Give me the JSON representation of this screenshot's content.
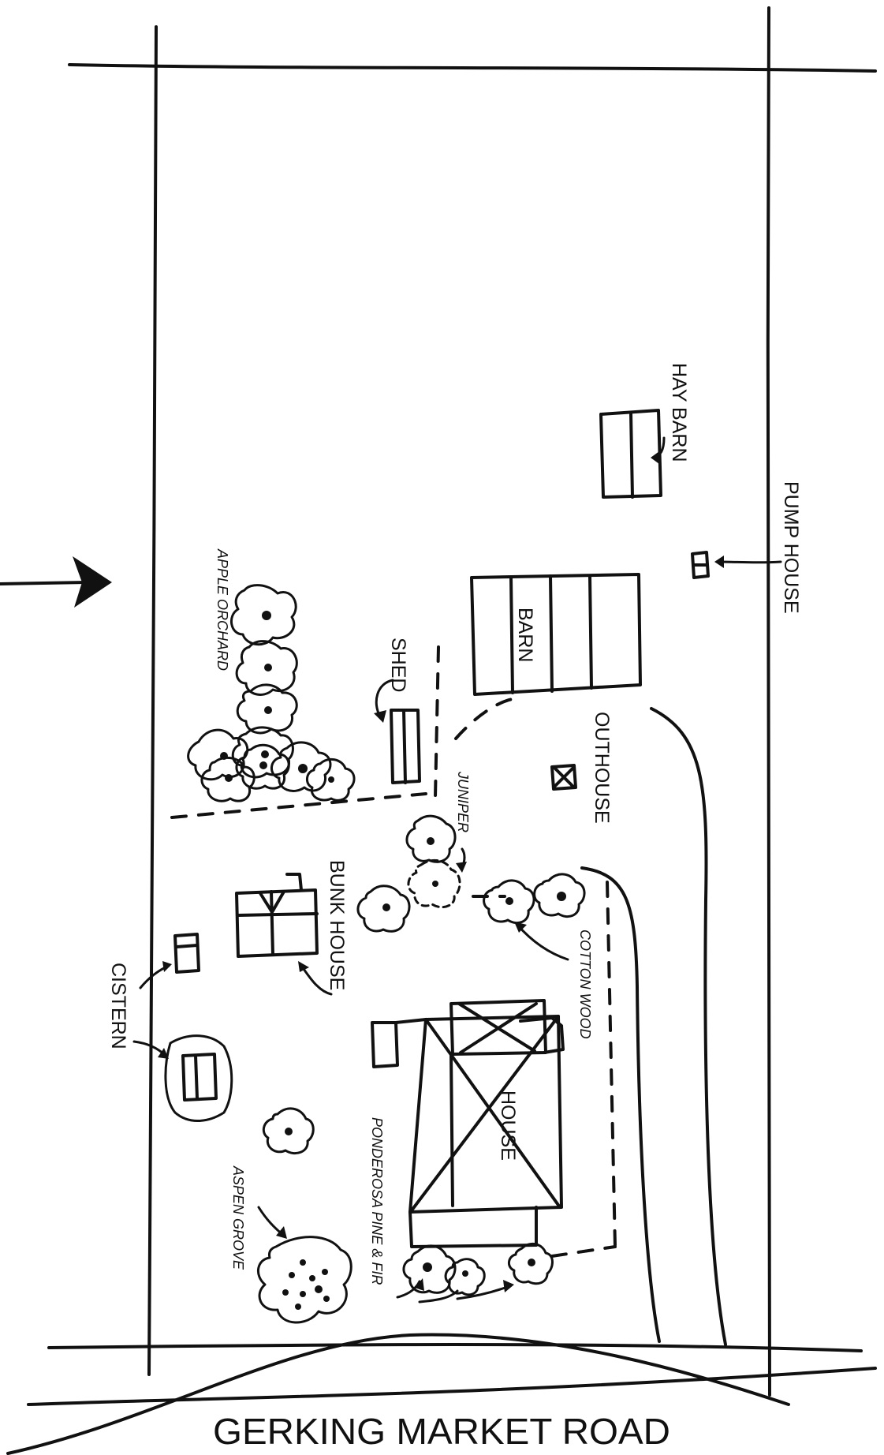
{
  "labels": {
    "hay_barn": "HAY BARN",
    "pump_house": "PUMP HOUSE",
    "barn": "BARN",
    "shed": "SHED",
    "apple_orchard": "APPLE ORCHARD",
    "outhouse": "OUTHOUSE",
    "juniper": "JUNIPER",
    "bunk_house": "BUNK HOUSE",
    "cotton_wood": "COTTON WOOD",
    "cistern": "CISTERN",
    "house": "HOUSE",
    "ponderosa": "PONDEROSA PINE & FIR",
    "aspen_grove": "ASPEN GROVE",
    "road": "GERKING MARKET ROAD"
  },
  "north_arrow_icon": "north-arrow-icon"
}
